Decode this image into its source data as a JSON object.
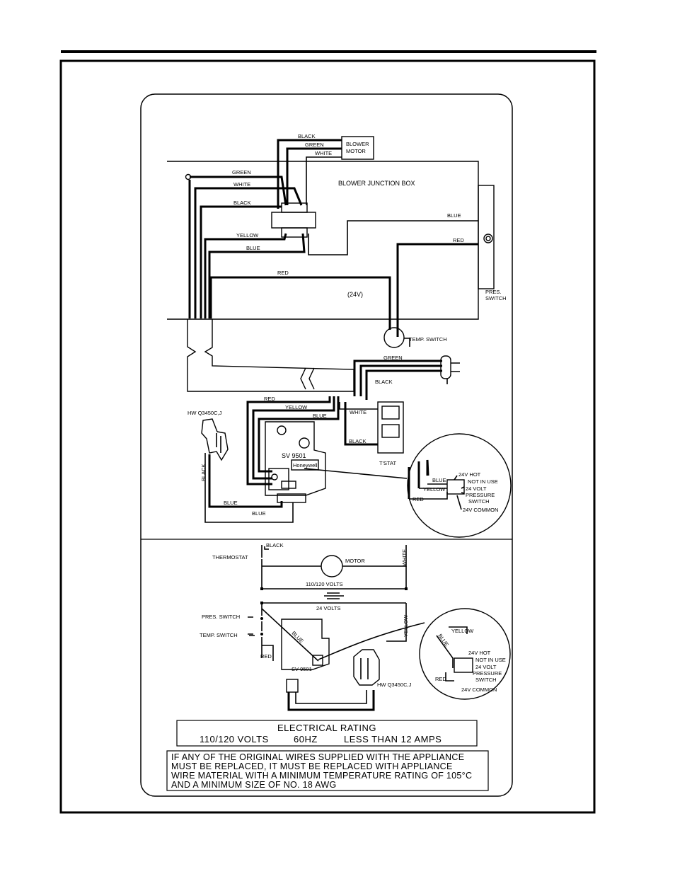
{
  "labels": {
    "black": "BLACK",
    "green": "GREEN",
    "white": "WHITE",
    "yellow": "YELLOW",
    "blue": "BLUE",
    "red": "RED",
    "blower_motor_1": "BLOWER",
    "blower_motor_2": "MOTOR",
    "junction_box": "BLOWER JUNCTION BOX",
    "voltage_24v": "(24V)",
    "pres_switch_1": "PRES.",
    "pres_switch_2": "SWITCH",
    "temp_switch": "TEMP. SWITCH",
    "hw_valve": "HW Q3450C,J",
    "sv_valve": "SV 9501",
    "honeywell": "Honeywell",
    "tstat": "T'STAT",
    "hot_24v": "24V HOT",
    "not_in_use": "NOT IN USE",
    "volt_24_a": "24 VOLT",
    "volt_24_b": "PRESSURE",
    "volt_24_c": "SWITCH",
    "common_24v": "24V COMMON",
    "thermostat": "THERMOSTAT",
    "motor": "MOTOR",
    "volts_110_120": "110/120 VOLTS",
    "volts_24": "24 VOLTS",
    "pres_switch_schem": "PRES. SWITCH",
    "temp_switch_schem": "TEMP. SWITCH"
  },
  "rating": {
    "title": "ELECTRICAL RATING",
    "volts": "110/120 VOLTS",
    "hz": "60HZ",
    "amps": "LESS THAN 12 AMPS"
  },
  "warning": {
    "line1": "IF ANY OF THE ORIGINAL WIRES SUPPLIED WITH THE APPLIANCE",
    "line2": "MUST BE REPLACED, IT MUST BE REPLACED WITH APPLIANCE",
    "line3": "WIRE MATERIAL WITH A MINIMUM TEMPERATURE RATING OF 105°C",
    "line4": "AND A MINIMUM SIZE OF NO. 18 AWG"
  }
}
